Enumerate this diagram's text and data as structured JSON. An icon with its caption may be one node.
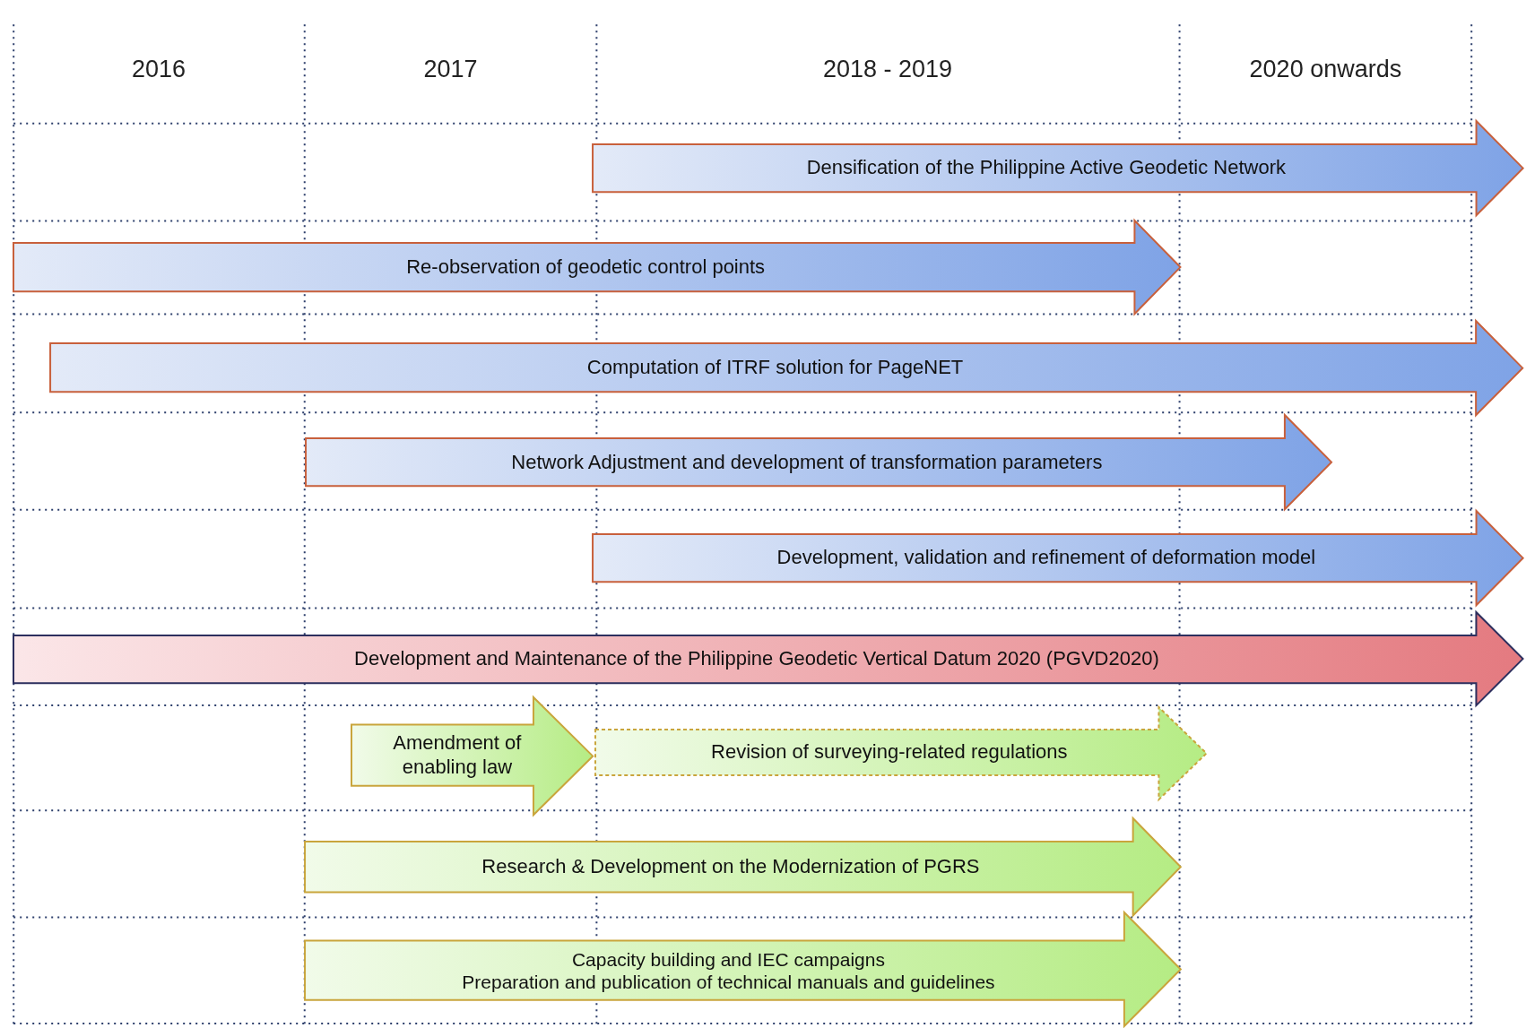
{
  "diagram": {
    "nodes": [
      {
        "text": [
          "Densification of the Philippine Active Geodetic Network"
        ]
      },
      {
        "text": [
          "Re-observation of geodetic control points"
        ]
      },
      {
        "text": [
          "Computation of ITRF solution for PageNET"
        ]
      },
      {
        "text": [
          "Network Adjustment and development of transformation parameters"
        ]
      },
      {
        "text": [
          "Development, validation and refinement of deformation model"
        ]
      },
      {
        "text": [
          "Development and Maintenance  of the Philippine Geodetic Vertical Datum 2020 (PGVD2020)"
        ]
      },
      {
        "text": [
          "Amendment of enabling law"
        ]
      },
      {
        "text": [
          "Revision of surveying-related regulations"
        ]
      },
      {
        "text": [
          "Research  & Development on the Modernization of PGRS"
        ]
      },
      {
        "text": [
          "Capacity building and IEC campaigns",
          "Preparation and publication of technical manuals and guidelines"
        ]
      }
    ],
    "labels": [
      "2016",
      "2017",
      "2018 - 2019",
      "2020 onwards"
    ]
  }
}
